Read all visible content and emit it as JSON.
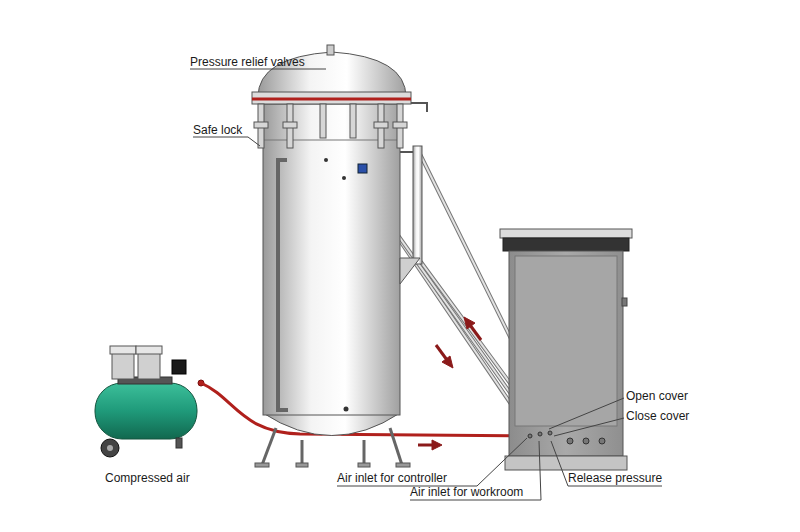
{
  "diagram": {
    "labels": [
      "Pressure relief valves",
      "Safe lock",
      "Compressed air",
      "Open cover",
      "Close cover",
      "Air inlet for controller",
      "Air inlet for workroom",
      "Release pressure"
    ]
  }
}
